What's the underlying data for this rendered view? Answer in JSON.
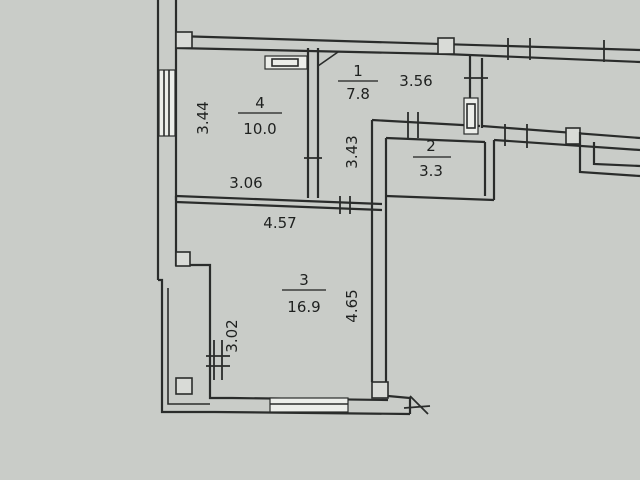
{
  "rooms": [
    {
      "id": "1",
      "number": "1",
      "area": "7.8"
    },
    {
      "id": "2",
      "number": "2",
      "area": "3.3"
    },
    {
      "id": "3",
      "number": "3",
      "area": "16.9"
    },
    {
      "id": "4",
      "number": "4",
      "area": "10.0"
    }
  ],
  "dimensions": {
    "room1_width": "3.56",
    "room1_height": "3.43",
    "room4_height": "3.44",
    "room4_width": "3.06",
    "room3_width": "4.57",
    "room3_height": "4.65",
    "loggia_height": "3.02"
  }
}
